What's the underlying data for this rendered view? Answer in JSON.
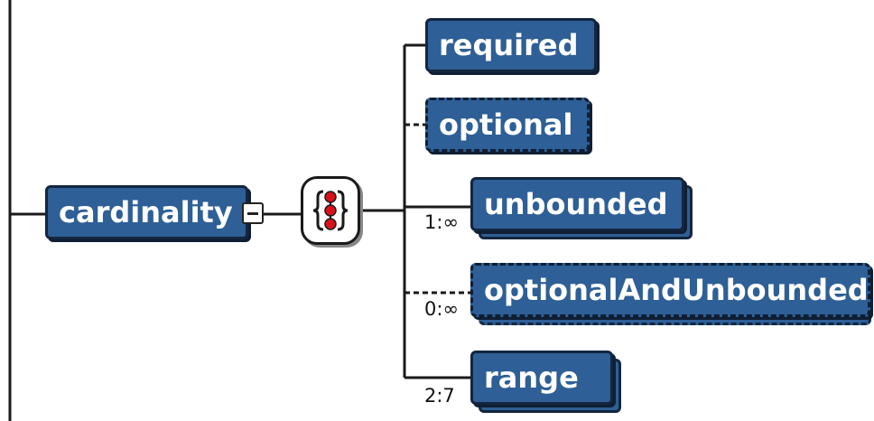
{
  "diagram": {
    "root": {
      "label": "cardinality"
    },
    "compositor": {
      "kind": "choice",
      "icon": "choice-compositor-icon"
    },
    "children": [
      {
        "label": "required",
        "cardinality": ""
      },
      {
        "label": "optional",
        "cardinality": ""
      },
      {
        "label": "unbounded",
        "cardinality": "1:∞"
      },
      {
        "label": "optionalAndUnbounded",
        "cardinality": "0:∞"
      },
      {
        "label": "range",
        "cardinality": "2:7"
      }
    ]
  },
  "colors": {
    "node_fill": "#2e5f96",
    "node_border": "#13263f",
    "text": "#ffffff",
    "connector": "#1a1a1a",
    "dot": "#d8121a"
  }
}
